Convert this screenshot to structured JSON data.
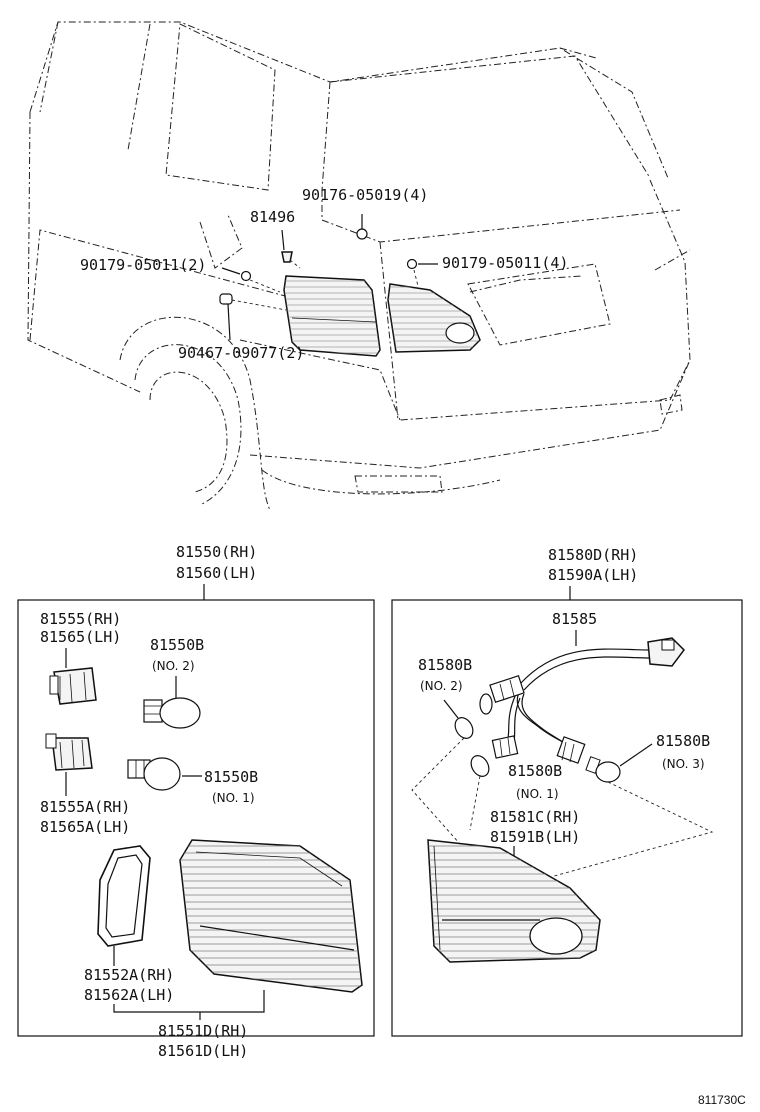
{
  "labels": {
    "p90176": "90176-05019(4)",
    "p81496": "81496",
    "p90179_left": "90179-05011(2)",
    "p90179_right": "90179-05011(4)",
    "p90467": "90467-09077(2)",
    "p81550_rh": "81550(RH)",
    "p81560_lh": "81560(LH)",
    "p81580d_rh": "81580D(RH)",
    "p81590a_lh": "81590A(LH)",
    "p81555_rh": "81555(RH)",
    "p81565_lh": "81565(LH)",
    "p81550b_top": "81550B",
    "p81550b_top_no": "(NO. 2)",
    "p81550b_mid": "81550B",
    "p81550b_mid_no": "(NO. 1)",
    "p81555a_rh": "81555A(RH)",
    "p81565a_lh": "81565A(LH)",
    "p81552a_rh": "81552A(RH)",
    "p81562a_lh": "81562A(LH)",
    "p81551d_rh": "81551D(RH)",
    "p81561d_lh": "81561D(LH)",
    "p81585": "81585",
    "p81580b_left": "81580B",
    "p81580b_left_no": "(NO. 2)",
    "p81580b_center": "81580B",
    "p81580b_center_no": "(NO. 1)",
    "p81580b_right": "81580B",
    "p81580b_right_no": "(NO. 3)",
    "p81581c_rh": "81581C(RH)",
    "p81591b_lh": "81591B(LH)",
    "figure_code": "811730C"
  }
}
